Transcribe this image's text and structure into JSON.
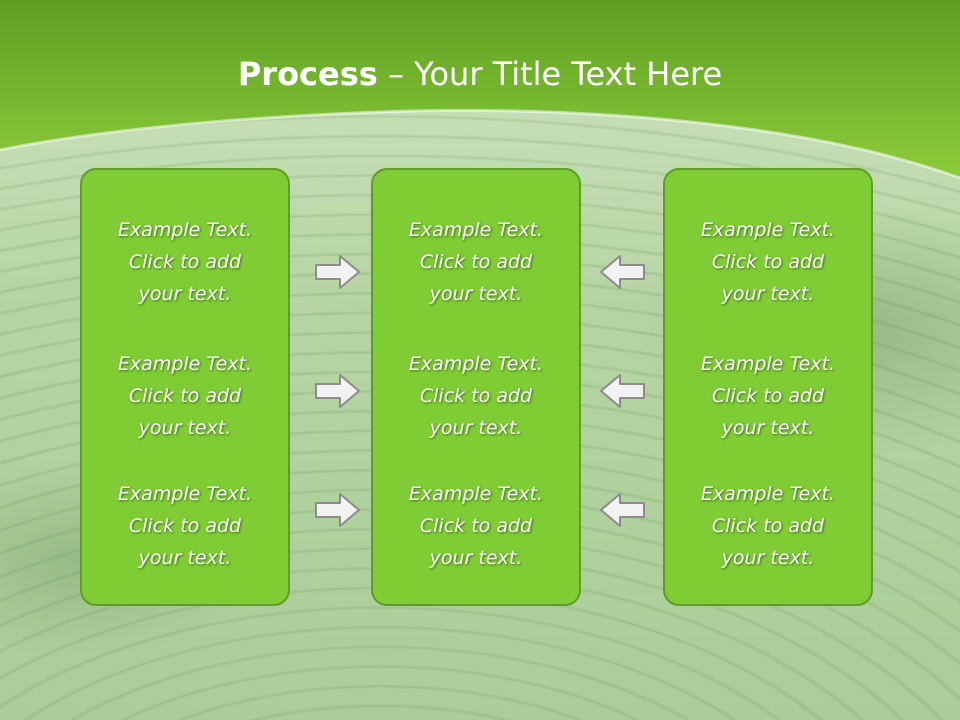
{
  "title": {
    "bold": "Process",
    "separator": " – ",
    "rest": "Your Title Text Here"
  },
  "colors": {
    "header_green": "#6aaa2a",
    "box_fill": "#7fcc35",
    "box_border": "#5e9e28",
    "arrow_fill": "#f2f2f2",
    "arrow_stroke": "#8c8c8c"
  },
  "columns": [
    {
      "items": [
        {
          "line1": "Example Text.",
          "line2": "Click  to add",
          "line3": "your text."
        },
        {
          "line1": "Example Text.",
          "line2": "Click  to add",
          "line3": "your text."
        },
        {
          "line1": "Example Text.",
          "line2": "Click  to add",
          "line3": "your text."
        }
      ]
    },
    {
      "items": [
        {
          "line1": "Example Text.",
          "line2": "Click  to add",
          "line3": "your text."
        },
        {
          "line1": "Example Text.",
          "line2": "Click  to add",
          "line3": "your text."
        },
        {
          "line1": "Example Text.",
          "line2": "Click  to add",
          "line3": "your text."
        }
      ]
    },
    {
      "items": [
        {
          "line1": "Example Text.",
          "line2": "Click  to add",
          "line3": "your text."
        },
        {
          "line1": "Example Text.",
          "line2": "Click  to add",
          "line3": "your text."
        },
        {
          "line1": "Example Text.",
          "line2": "Click  to add",
          "line3": "your text."
        }
      ]
    }
  ],
  "arrows": {
    "left_group": {
      "icon": "arrow-right-icon",
      "count": 3
    },
    "right_group": {
      "icon": "arrow-left-icon",
      "count": 3
    }
  }
}
